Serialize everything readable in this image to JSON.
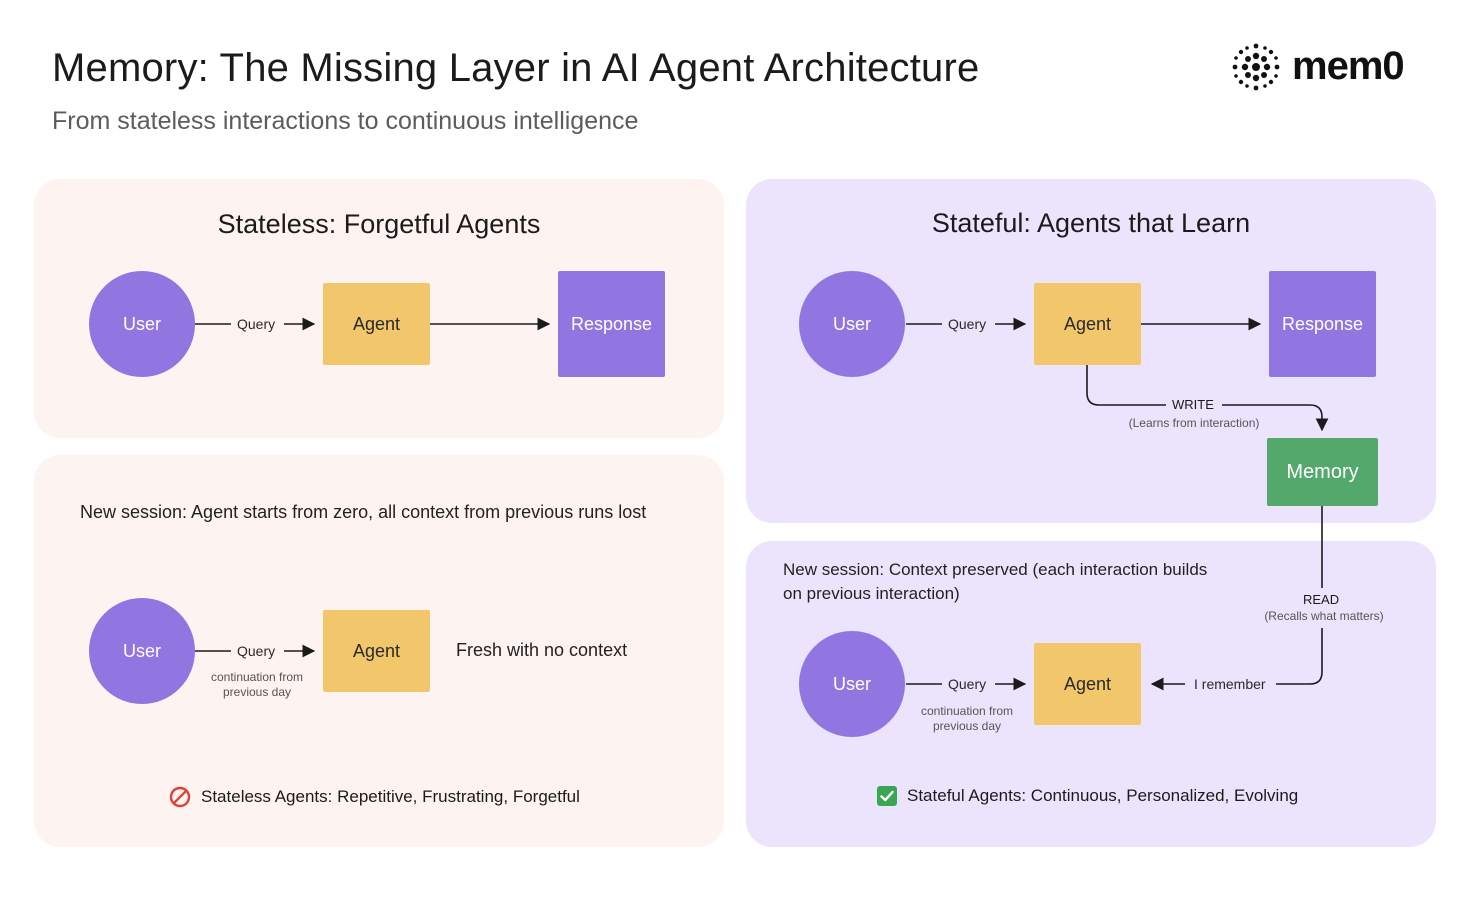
{
  "header": {
    "title": "Memory: The Missing Layer in AI Agent Architecture",
    "subtitle": "From stateless interactions to continuous intelligence",
    "logo_text": "mem0"
  },
  "stateless": {
    "heading": "Stateless: Forgetful Agents",
    "user": "User",
    "query": "Query",
    "agent": "Agent",
    "response": "Response",
    "session_caption": "New session: Agent starts from zero, all context from previous runs lost",
    "session_user": "User",
    "session_query": "Query",
    "session_note_line1": "continuation from",
    "session_note_line2": "previous day",
    "session_agent": "Agent",
    "fresh": "Fresh with no context",
    "footer": "Stateless Agents: Repetitive, Frustrating, Forgetful"
  },
  "stateful": {
    "heading": "Stateful: Agents that Learn",
    "user": "User",
    "query": "Query",
    "agent": "Agent",
    "response": "Response",
    "write": "WRITE",
    "write_note": "(Learns from interaction)",
    "memory": "Memory",
    "session_caption_line1": "New session: Context preserved (each interaction builds",
    "session_caption_line2": "on previous interaction)",
    "read": "READ",
    "read_note": "(Recalls what matters)",
    "session_user": "User",
    "session_query": "Query",
    "session_note_line1": "continuation from",
    "session_note_line2": "previous day",
    "session_agent": "Agent",
    "remember": "I remember",
    "footer": "Stateful Agents: Continuous, Personalized, Evolving"
  },
  "colors": {
    "purple": "#9176e1",
    "yellow": "#f2c66a",
    "green": "#53a86b",
    "pink_panel": "#fdf3f0",
    "purple_panel": "#ece4fd",
    "no_icon": "#e0413a",
    "check_icon": "#3aa655"
  },
  "icons": {
    "no_icon": "prohibited-icon",
    "check_icon": "checkmark-icon",
    "logo_icon": "dot-cluster-icon"
  }
}
